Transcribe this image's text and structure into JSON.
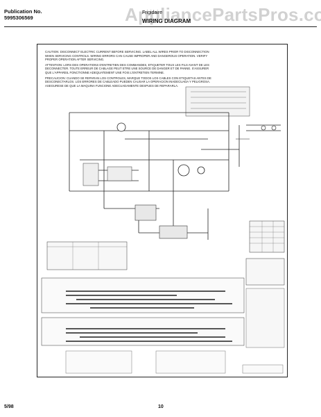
{
  "header": {
    "pub_label": "Publication No.",
    "pub_number": "5995306569",
    "brand_small": "Frigidaire",
    "title": "WIRING DIAGRAM"
  },
  "watermark": "AppliancePartsPros.com",
  "caution": {
    "en": "CAUTION: DISCONNECT ELECTRIC CURRENT BEFORE SERVICING. LABEL ALL WIRES PRIOR TO DISCONNECTION WHEN SERVICING CONTROLS. WIRING ERRORS CAN CAUSE IMPROPER AND DANGEROUS OPERATION. VERIFY PROPER OPERATION AFTER SERVICING.",
    "fr": "ATTENTION: LORS DES OPERATIONS D'ENTRETIEN DES COMMANDES, ETIQUETER TOUS LES FILS AVANT DE LES DECONNECTER. TOUTE ERREUR DE CABLAGE PEUT ETRE UNE SOURCE DE DANGER ET DE PANNE. S'ASSURER QUE L'APPAREIL FONCTIONNE ADEQUATEMENT UNE FOIS L'ENTRETIEN TERMINE.",
    "es": "PRECAUCION: CUANDO SE REPARAN LOS CONTROLES, MARQUE TODOS LOS CABLES CON ETIQUETAS ANTES DE DESCONECTARLOS. LOS ERRORES DE CABLEADO PUEDEN CAUSAR LA OPERACION INADECUADA Y PELIGROSA. ASEGURESE DE QUE LA MAQUINA FUNCIONE ADECUADAMENTE DESPUES DE REPARARLA."
  },
  "footer": {
    "date": "5/98",
    "page": "10"
  }
}
